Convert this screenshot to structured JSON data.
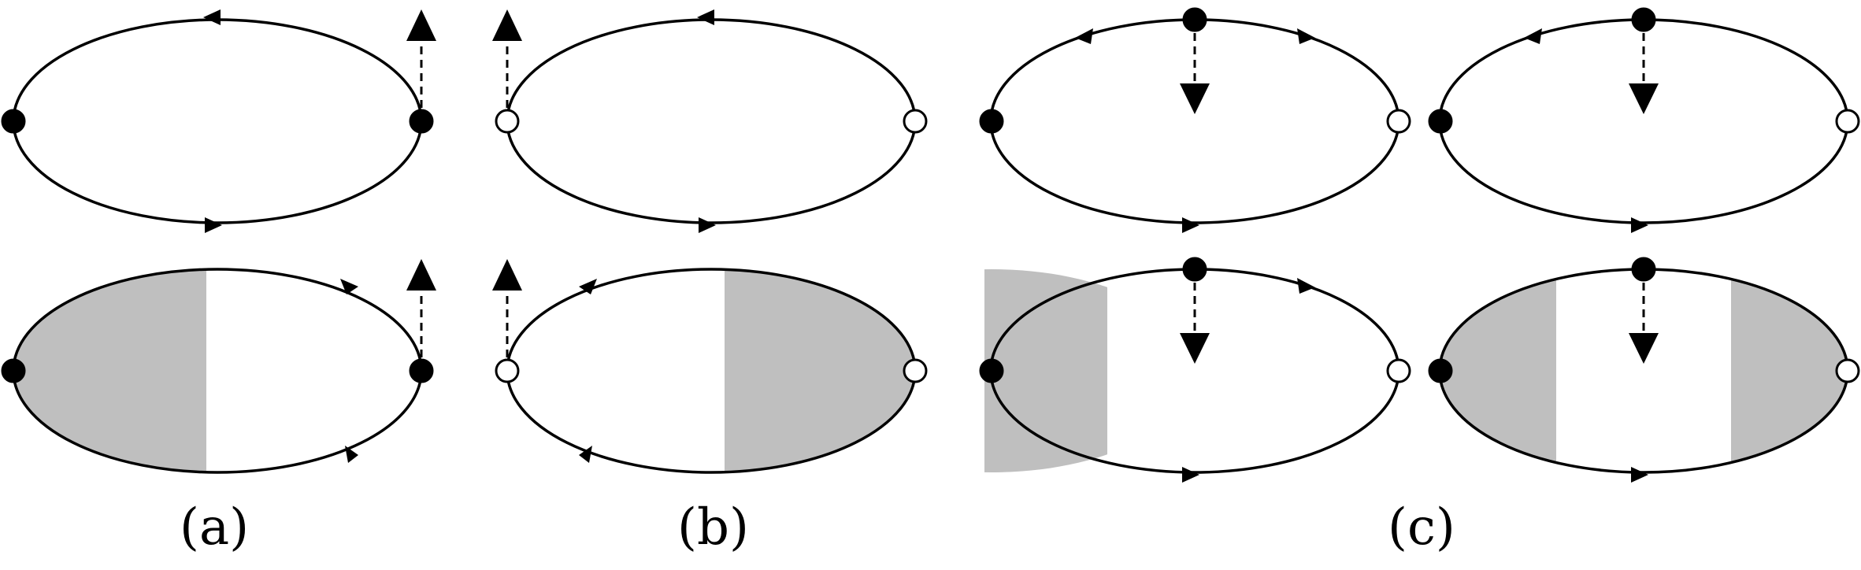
{
  "captions": {
    "a": "(a)",
    "b": "(b)",
    "c": "(c)"
  },
  "colors": {
    "line": "#000000",
    "shade": "#bfbfbf",
    "background": "#ffffff"
  }
}
